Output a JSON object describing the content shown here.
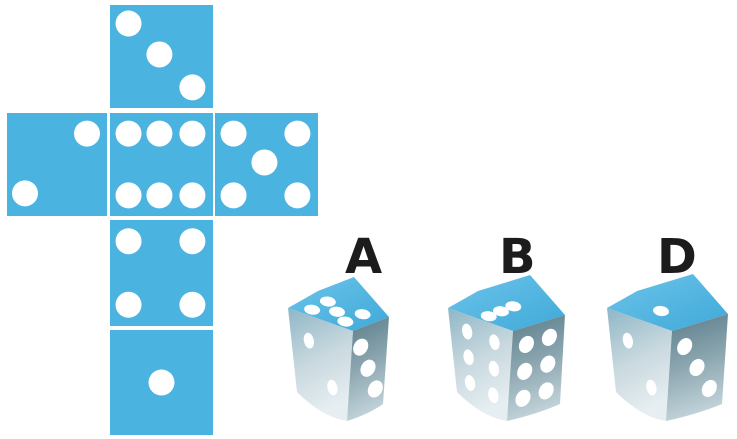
{
  "colors": {
    "face": "#4ab3e0",
    "pip": "#ffffff",
    "cube_top": "#4ab3e0",
    "cube_side_light": "#c9d9df",
    "cube_side_dark": "#5f7f8c",
    "label": "#1c1c1c"
  },
  "net": {
    "faces": [
      {
        "position": "top",
        "value": 3
      },
      {
        "position": "left",
        "value": 2
      },
      {
        "position": "center",
        "value": 6
      },
      {
        "position": "right",
        "value": 5
      },
      {
        "position": "lower",
        "value": 4
      },
      {
        "position": "bottom",
        "value": 1
      }
    ]
  },
  "options": [
    {
      "label": "A",
      "top_pips": 5,
      "front_pips": 2,
      "right_pips": 3
    },
    {
      "label": "B",
      "top_pips": 3,
      "front_pips": 6,
      "right_pips": 6
    },
    {
      "label": "D",
      "top_pips": 1,
      "front_pips": 2,
      "right_pips": 3
    }
  ]
}
